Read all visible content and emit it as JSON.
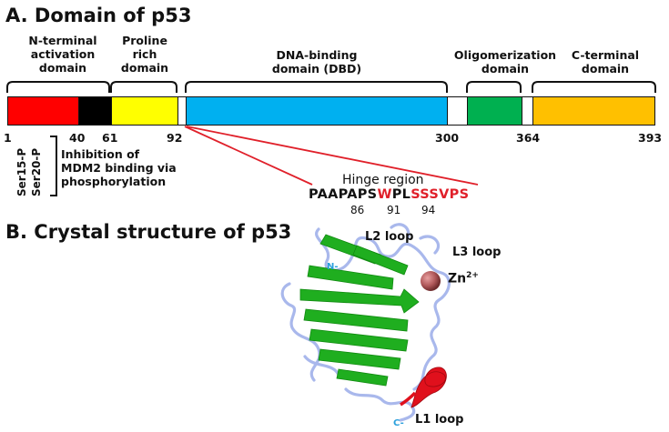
{
  "headings": {
    "domains": "A. Domain of p53",
    "structure": "B. Crystal structure of p53"
  },
  "domains": [
    {
      "label": "N-terminal\nactivation\ndomain",
      "color": "#ff0000"
    },
    {
      "label": "",
      "color": "#000000"
    },
    {
      "label": "Proline\nrich\ndomain",
      "color": "#ffff00"
    },
    {
      "label": "DNA-binding\ndomain (DBD)",
      "color": "#00b0f0"
    },
    {
      "label": "",
      "color": "#ffffff"
    },
    {
      "label": "Oligomerization\ndomain",
      "color": "#00b050"
    },
    {
      "label": "",
      "color": "#ffffff"
    },
    {
      "label": "C-terminal\ndomain",
      "color": "#ffc000"
    }
  ],
  "positions": [
    "1",
    "40",
    "61",
    "92",
    "300",
    "364",
    "393"
  ],
  "phospho": {
    "sites": [
      "Ser20-P",
      "Ser15-P"
    ],
    "note": "Inhibition of\nMDM2 binding via\nphosphorylation"
  },
  "hinge": {
    "title": "Hinge region",
    "seq_black_1": "PAAPAPS",
    "seq_red_1": "W",
    "seq_black_2": "PL",
    "seq_red_2": "SSSVPS",
    "residues": [
      "86",
      "91",
      "94"
    ]
  },
  "structure_labels": {
    "l1": "L1 loop",
    "l2": "L2 loop",
    "l3": "L3 loop",
    "zinc": "Zn",
    "zinc_sup": "2+",
    "n_term": "N-",
    "c_term": "C-"
  },
  "colors": {
    "strand": "#1fae1f",
    "coil": "#a9b8ec",
    "helix": "#e0101c",
    "zinc": "#b0585a",
    "hinge_red": "#e0202a"
  }
}
